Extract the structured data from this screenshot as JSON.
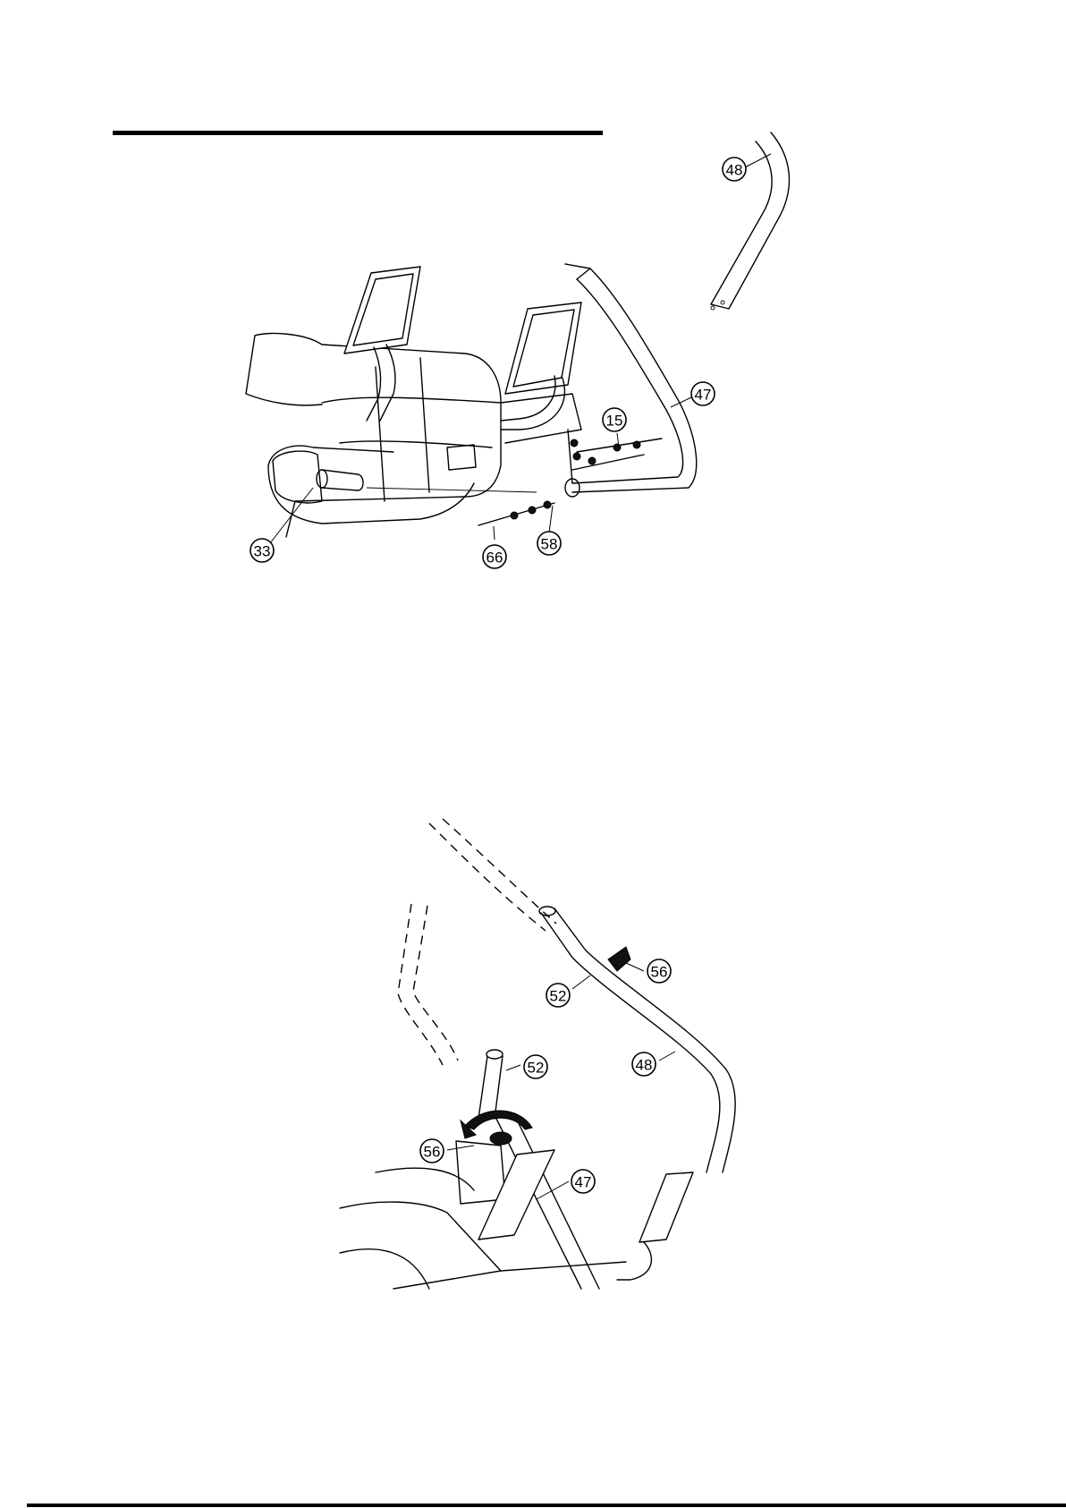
{
  "figure_top": {
    "callouts": [
      {
        "id": "c48",
        "label": "48"
      },
      {
        "id": "c47",
        "label": "47"
      },
      {
        "id": "c15",
        "label": "15"
      },
      {
        "id": "c33",
        "label": "33"
      },
      {
        "id": "c66",
        "label": "66"
      },
      {
        "id": "c58",
        "label": "58"
      }
    ]
  },
  "figure_bottom": {
    "callouts": [
      {
        "id": "c56a",
        "label": "56"
      },
      {
        "id": "c52a",
        "label": "52"
      },
      {
        "id": "c48b",
        "label": "48"
      },
      {
        "id": "c52b",
        "label": "52"
      },
      {
        "id": "c56b",
        "label": "56"
      },
      {
        "id": "c47b",
        "label": "47"
      }
    ]
  }
}
